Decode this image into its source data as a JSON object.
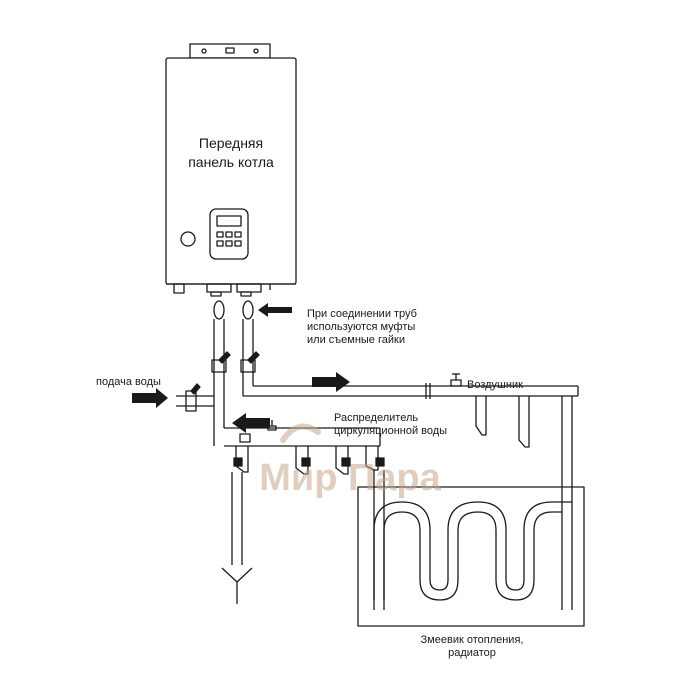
{
  "labels": {
    "boiler_panel_line1": "Передняя",
    "boiler_panel_line2": "панель котла",
    "pipe_connection_line1": "При соединении труб",
    "pipe_connection_line2": "используются муфты",
    "pipe_connection_line3": "или съемные гайки",
    "water_supply": "подача воды",
    "air_vent": "Воздушник",
    "manifold_line1": "Распределитель",
    "manifold_line2": "циркуляционной воды",
    "heating_coil_line1": "Змеевик отопления,",
    "heating_coil_line2": "радиатор"
  },
  "watermark": {
    "text": "Мир Пара",
    "color": "#c8a88e"
  },
  "colors": {
    "line": "#1a1a1a",
    "boiler_fill": "#ffffff",
    "arrow": "#1a1a1a"
  }
}
